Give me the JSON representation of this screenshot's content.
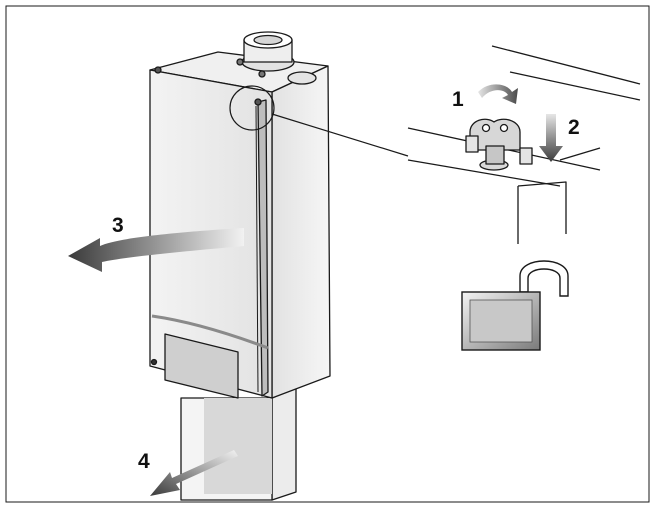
{
  "steps": {
    "step1": "1",
    "step2": "2",
    "step3": "3",
    "step4": "4"
  },
  "icons": {
    "rotate": "rotate-arrow-icon",
    "press": "down-arrow-icon",
    "unlock": "padlock-open-icon",
    "swing": "curved-arrow-icon",
    "pull": "straight-arrow-icon"
  },
  "colors": {
    "outline": "#1a1a1a",
    "panel": "#e9e9e9",
    "panel_shade": "#cfcfcf",
    "arrow_dark": "#3a3a3a",
    "arrow_light": "#dcdcdc"
  }
}
